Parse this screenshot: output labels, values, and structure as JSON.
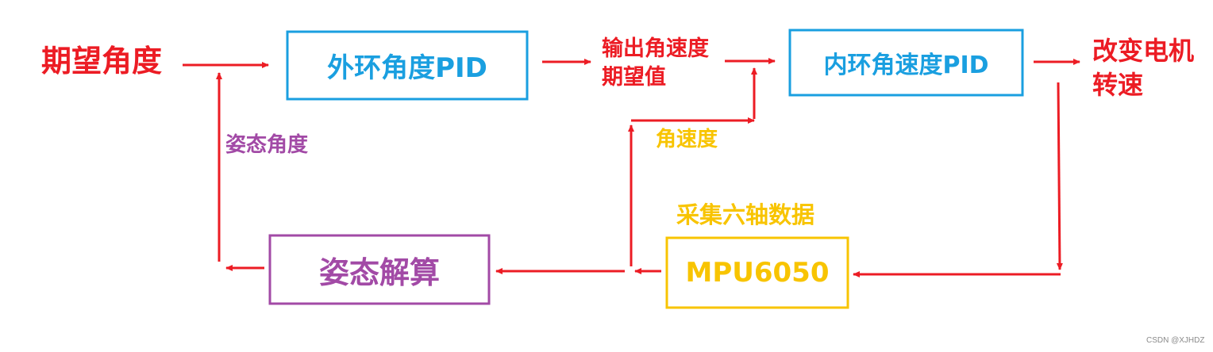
{
  "nodes": {
    "desired_angle": "期望角度",
    "outer_pid": "外环角度PID",
    "output_rate_line1": "输出角速度",
    "output_rate_line2": "期望值",
    "inner_pid": "内环角速度PID",
    "motor_line1": "改变电机",
    "motor_line2": "转速",
    "attitude_angle": "姿态角度",
    "angular_rate": "角速度",
    "collect_six_axis": "采集六轴数据",
    "attitude_solve": "姿态解算",
    "mpu": "MPU6050"
  },
  "watermark": "CSDN @XJHDZ",
  "colors": {
    "red": "#ec1c24",
    "blue": "#1a9fe0",
    "purple": "#a24aa6",
    "yellow": "#f8c400"
  }
}
